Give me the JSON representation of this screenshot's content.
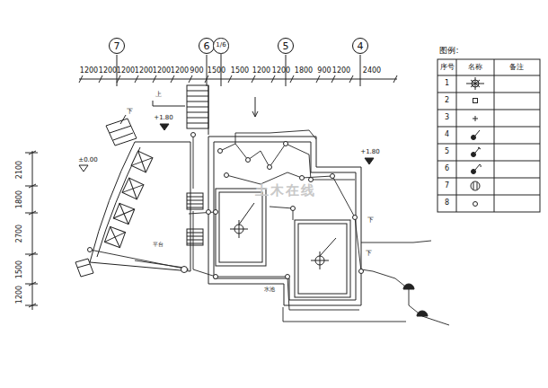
{
  "diagram": {
    "nodes": [
      {
        "text": [
          "7"
        ]
      },
      {
        "text": [
          "6"
        ]
      },
      {
        "text": [
          "1/6"
        ]
      },
      {
        "text": [
          "5"
        ]
      },
      {
        "text": [
          "4"
        ]
      }
    ],
    "labels": [
      "图例:",
      "序号",
      "名称",
      "备注",
      "1",
      "2",
      "3",
      "4",
      "5",
      "6",
      "7",
      "8",
      "1200",
      "1200",
      "1200",
      "1200",
      "1200",
      "1200",
      "900",
      "1500",
      "1500",
      "1200",
      "1200",
      "1800",
      "900",
      "1200",
      "2400",
      "2100",
      "1800",
      "2700",
      "1500",
      "1200",
      "+1.80",
      "±0.00",
      "+1.80",
      "上",
      "下",
      "下",
      "下",
      "平台",
      "水池",
      "土木在线"
    ]
  }
}
